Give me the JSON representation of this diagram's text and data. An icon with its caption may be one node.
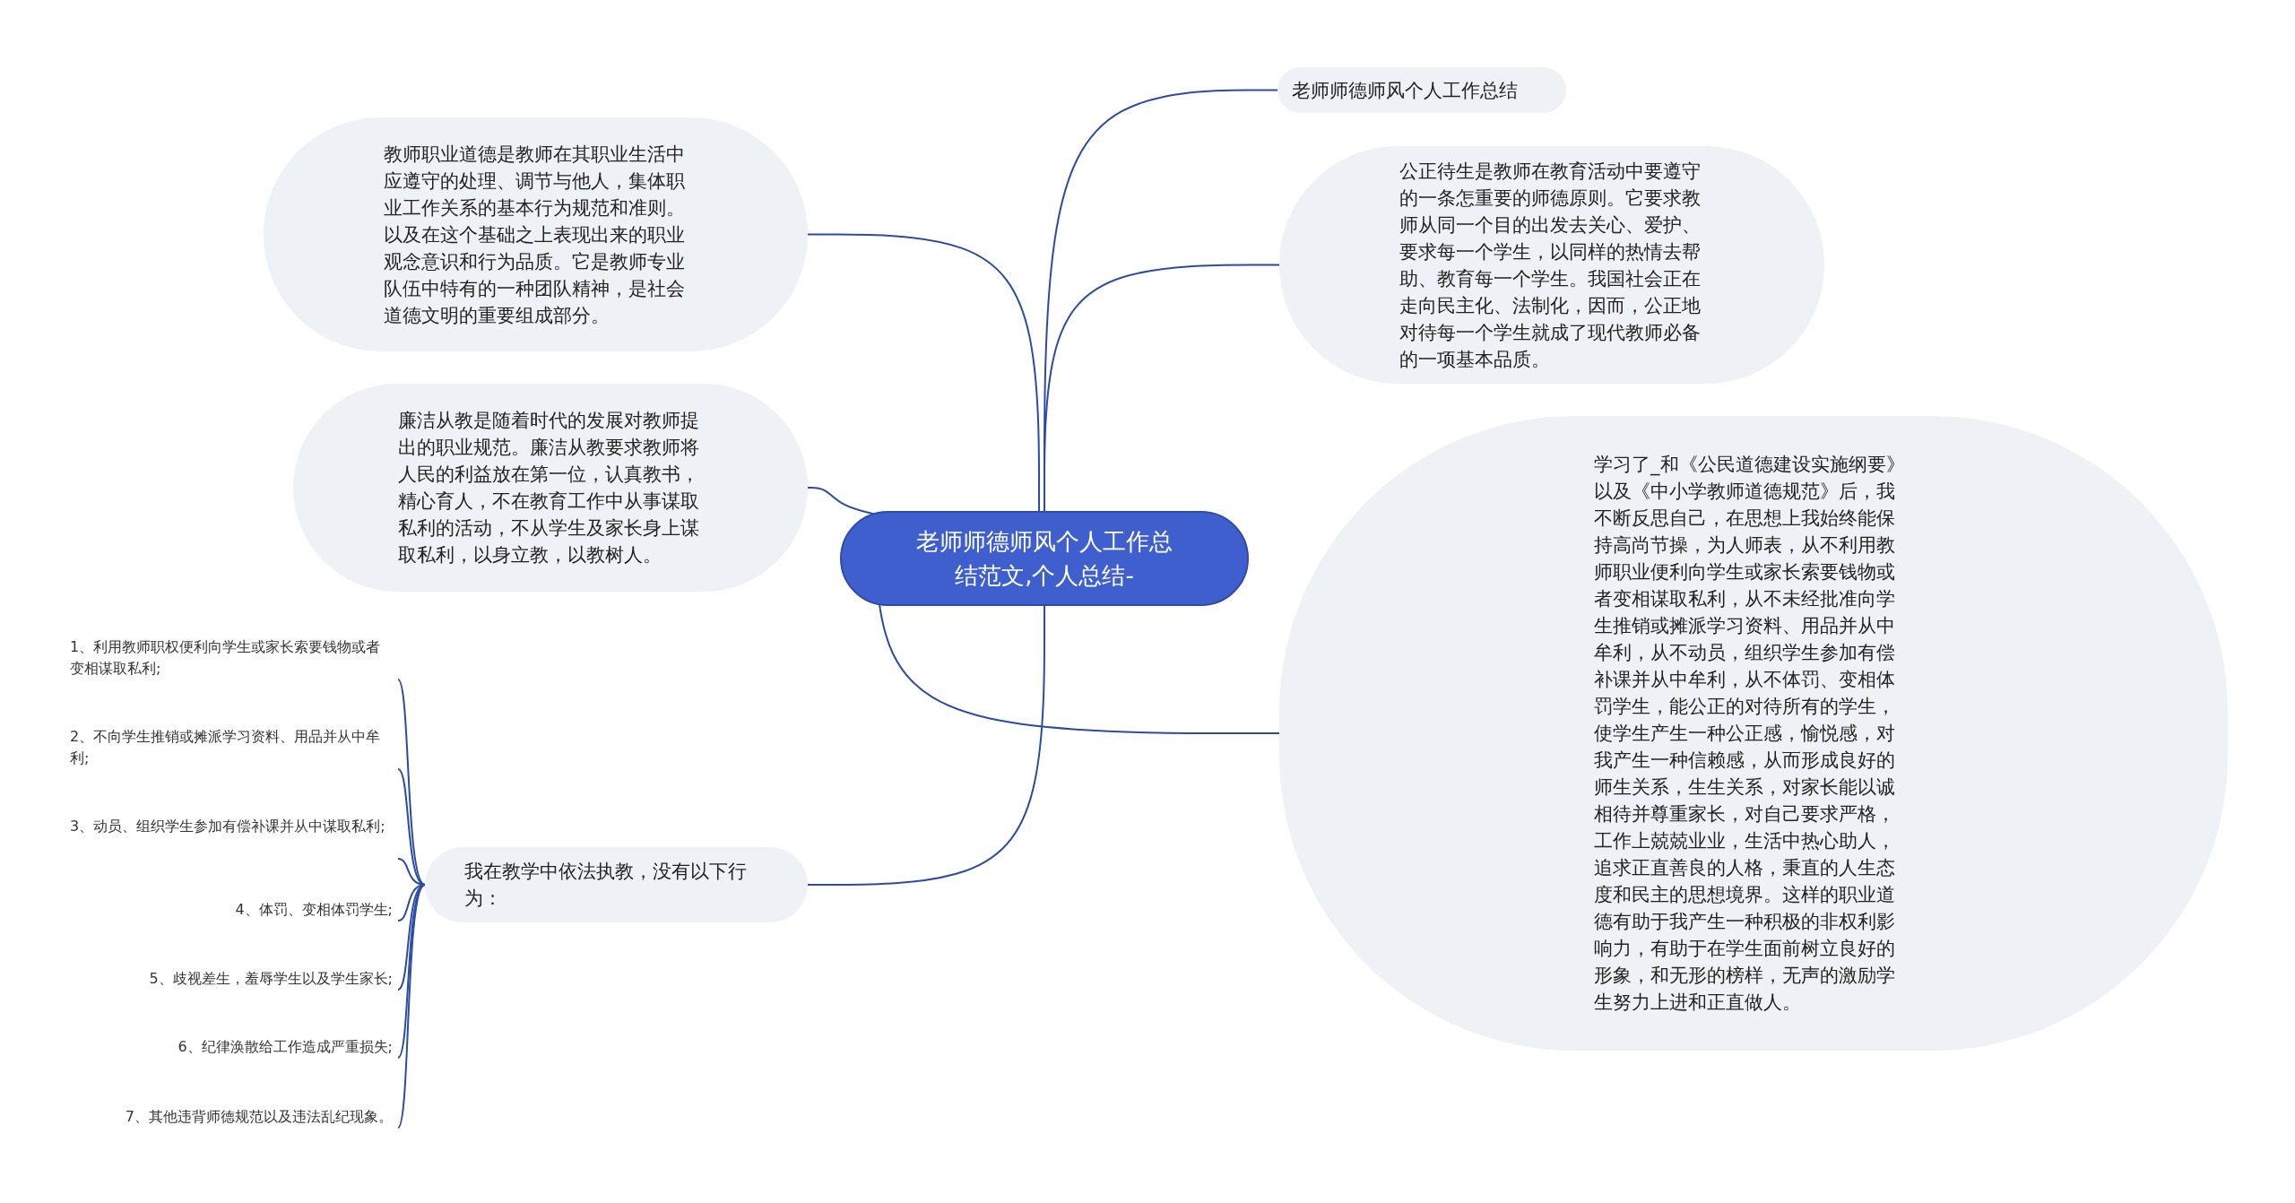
{
  "diagram": {
    "nodes": [
      {
        "text": [
          "老师师德师风个人工作总结范文,个人总结-"
        ]
      },
      {
        "text": [
          "老师师德师风个人工作总结"
        ]
      },
      {
        "text": [
          "公正待生是教师在教育活动中要遵守的一条怎重要的师德原则。它要求教师从同一个目的出发去关心、爱护、要求每一个学生，以同样的热情去帮助、教育每一个学生。我国社会正在走向民主化、法制化，因而，公正地对待每一个学生就成了现代教师必备的一项基本品质。"
        ]
      },
      {
        "text": [
          "学习了_和《公民道德建设实施纲要》以及《中小学教师道德规范》后，我不断反思自己，在思想上我始终能保持高尚节操，为人师表，从不利用教师职业便利向学生或家长索要钱物或者变相谋取私利，从不未经批准向学生推销或摊派学习资料、用品并从中牟利，从不动员，组织学生参加有偿补课并从中牟利，从不体罚、变相体罚学生，能公正的对待所有的学生，使学生产生一种公正感，愉悦感，对我产生一种信赖感，从而形成良好的师生关系，生生关系，对家长能以诚相待并尊重家长，对自己要求严格，工作上兢兢业业，生活中热心助人，追求正直善良的人格，秉直的人生态度和民主的思想境界。这样的职业道德有助于我产生一种积极的非权利影响力，有助于在学生面前树立良好的形象，和无形的榜样，无声的激励学生努力上进和正直做人。"
        ]
      },
      {
        "text": [
          "教师职业道德是教师在其职业生活中应遵守的处理、调节与他人，集体职业工作关系的基本行为规范和准则。以及在这个基础之上表现出来的职业观念意识和行为品质。它是教师专业队伍中特有的一种团队精神，是社会道德文明的重要组成部分。"
        ]
      },
      {
        "text": [
          "廉洁从教是随着时代的发展对教师提出的职业规范。廉洁从教要求教师将人民的利益放在第一位，认真教书，精心育人，不在教育工作中从事谋取私利的活动，不从学生及家长身上谋取私利，以身立教，以教树人。"
        ]
      },
      {
        "text": [
          "我在教学中依法执教，没有以下行为："
        ]
      },
      {
        "text": [
          "1、利用教师职权便利向学生或家长索要钱物或者变相谋取私利;"
        ]
      },
      {
        "text": [
          "2、不向学生推销或摊派学习资料、用品并从中牟利;"
        ]
      },
      {
        "text": [
          "3、动员、组织学生参加有偿补课并从中谋取私利;"
        ]
      },
      {
        "text": [
          "4、体罚、变相体罚学生;"
        ]
      },
      {
        "text": [
          "5、歧视差生，羞辱学生以及学生家长;"
        ]
      },
      {
        "text": [
          "6、纪律涣散给工作造成严重损失;"
        ]
      },
      {
        "text": [
          "7、其他违背师德规范以及违法乱纪现象。"
        ]
      }
    ],
    "edges": [
      {
        "from": 0,
        "to": 1,
        "arrow": "none"
      },
      {
        "from": 0,
        "to": 2,
        "arrow": "none"
      },
      {
        "from": 0,
        "to": 3,
        "arrow": "none"
      },
      {
        "from": 0,
        "to": 4,
        "arrow": "none"
      },
      {
        "from": 0,
        "to": 5,
        "arrow": "none"
      },
      {
        "from": 0,
        "to": 6,
        "arrow": "none"
      },
      {
        "from": 6,
        "to": 7,
        "arrow": "none"
      },
      {
        "from": 6,
        "to": 8,
        "arrow": "none"
      },
      {
        "from": 6,
        "to": 9,
        "arrow": "none"
      },
      {
        "from": 6,
        "to": 10,
        "arrow": "none"
      },
      {
        "from": 6,
        "to": 11,
        "arrow": "none"
      },
      {
        "from": 6,
        "to": 12,
        "arrow": "none"
      },
      {
        "from": 6,
        "to": 13,
        "arrow": "none"
      }
    ]
  }
}
